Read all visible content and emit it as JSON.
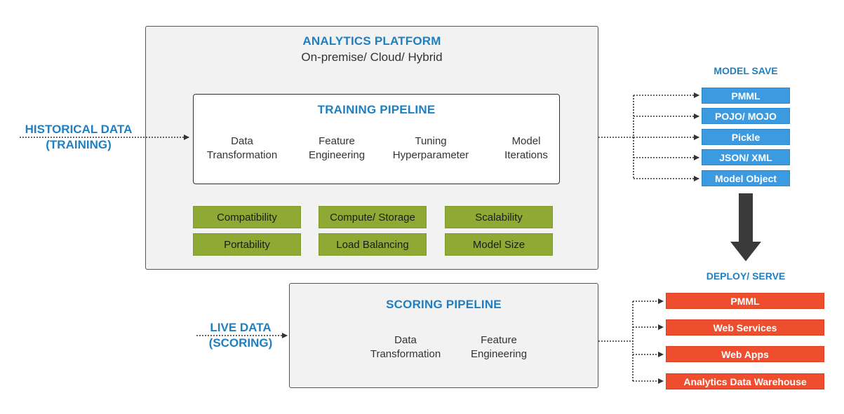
{
  "platform": {
    "title": "ANALYTICS PLATFORM",
    "subtitle": "On-premise/ Cloud/ Hybrid"
  },
  "training": {
    "title": "TRAINING PIPELINE",
    "steps": [
      {
        "line1": "Data",
        "line2": "Transformation"
      },
      {
        "line1": "Feature",
        "line2": "Engineering"
      },
      {
        "line1": "Tuning",
        "line2": "Hyperparameter"
      },
      {
        "line1": "Model",
        "line2": "Iterations"
      }
    ]
  },
  "considerations": [
    "Compatibility",
    "Compute/ Storage",
    "Scalability",
    "Portability",
    "Load Balancing",
    "Model Size"
  ],
  "historical": {
    "line1": "HISTORICAL DATA",
    "line2": "(TRAINING)"
  },
  "live": {
    "line1": "LIVE DATA",
    "line2": "(SCORING)"
  },
  "scoring": {
    "title": "SCORING PIPELINE",
    "steps": [
      {
        "line1": "Data",
        "line2": "Transformation"
      },
      {
        "line1": "Feature",
        "line2": "Engineering"
      }
    ]
  },
  "model_save": {
    "title": "MODEL SAVE",
    "items": [
      "PMML",
      "POJO/ MOJO",
      "Pickle",
      "JSON/ XML",
      "Model Object"
    ]
  },
  "deploy": {
    "title": "DEPLOY/ SERVE",
    "items": [
      "PMML",
      "Web Services",
      "Web Apps",
      "Analytics Data Warehouse"
    ]
  },
  "colors": {
    "accent_blue": "#1f7fc0",
    "model_save_box": "#3c9be0",
    "deploy_box": "#ee4e2e",
    "consideration_box": "#8faa34",
    "panel_bg": "#f2f2f3"
  }
}
